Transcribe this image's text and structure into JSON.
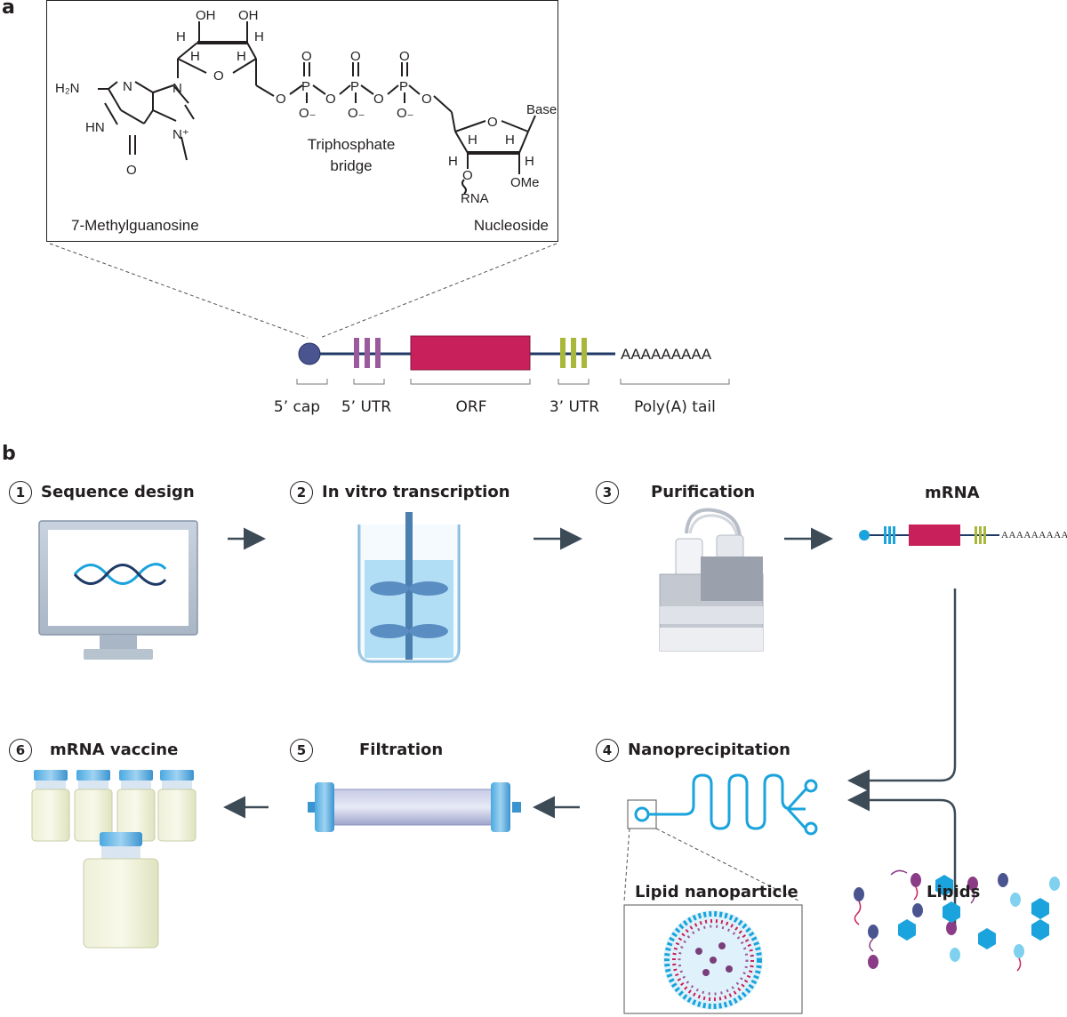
{
  "panel_a": {
    "letter": "a",
    "chem": {
      "oh1": "OH",
      "oh2": "OH",
      "h2n": "H₂N",
      "n1": "N",
      "n9": "N",
      "hn": "HN",
      "n7": "N⁺",
      "o6": "O",
      "o_ring1": "O",
      "h_a": "H",
      "h_b": "H",
      "h_c": "H",
      "h_d": "H",
      "o_l1": "O",
      "p1": "P",
      "o_b1": "O",
      "p2": "P",
      "o_b2": "O",
      "p3": "P",
      "o_l2": "O",
      "o_top1": "O",
      "o_top2": "O",
      "o_top3": "O",
      "o_minus1": "O₋",
      "o_minus2": "O₋",
      "o_minus3": "O₋",
      "base": "Base",
      "o_ring2": "O",
      "h_e": "H",
      "h_f": "H",
      "h_g": "H",
      "h_h": "H",
      "o3": "O",
      "rna": "RNA",
      "ome": "OMe"
    },
    "triphosphate_label": [
      "Triphosphate",
      "bridge"
    ],
    "methylguanosine_label": "7-Methylguanosine",
    "nucleoside_label": "Nucleoside",
    "polya_text": "AAAAAAAAA",
    "segments": [
      "5’ cap",
      "5’ UTR",
      "ORF",
      "3’ UTR",
      "Poly(A) tail"
    ]
  },
  "panel_b": {
    "letter": "b",
    "steps": [
      {
        "num": "1",
        "title": "Sequence design"
      },
      {
        "num": "2",
        "title": "In vitro transcription"
      },
      {
        "num": "3",
        "title": "Purification"
      },
      {
        "num": "",
        "title": "mRNA"
      },
      {
        "num": "4",
        "title": "Nanoprecipitation"
      },
      {
        "num": "5",
        "title": "Filtration"
      },
      {
        "num": "6",
        "title": "mRNA vaccine"
      }
    ],
    "mrna_polya": "AAAAAAAAA",
    "lnp_label": "Lipid nanoparticle",
    "lipids_label": "Lipids"
  },
  "colors": {
    "cap": "#4a5590",
    "utr5": "#9b5a9b",
    "orf": "#c8205a",
    "utr3": "#a9b73a",
    "backbone": "#1f3a66",
    "cyan": "#1aa3dc",
    "arrow": "#3d4b57"
  }
}
